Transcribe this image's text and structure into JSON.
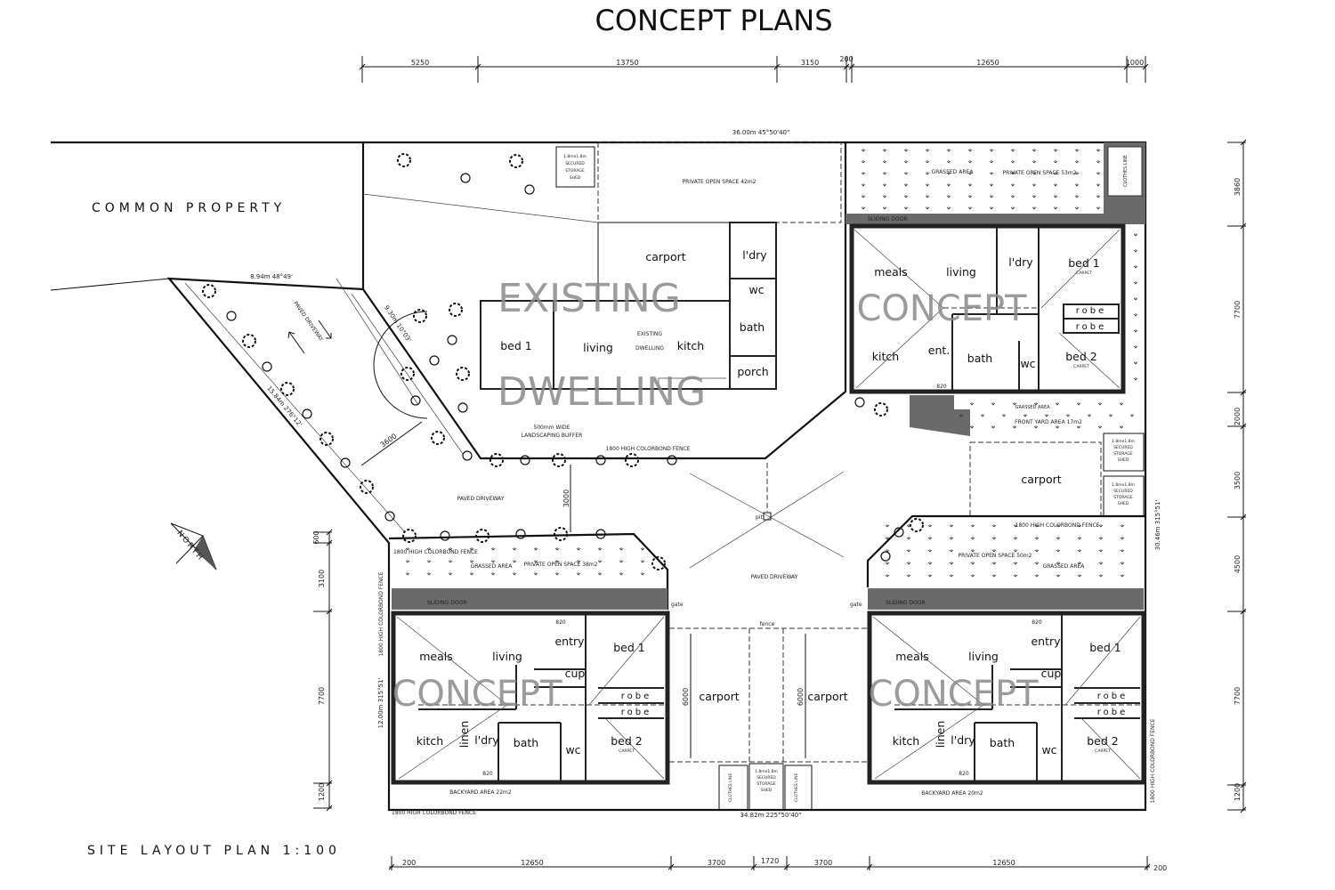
{
  "title": "CONCEPT PLANS",
  "common_property": "COMMON PROPERTY",
  "plan_caption": "SITE LAYOUT PLAN 1:100",
  "north": "NORTH",
  "top_dims": [
    "5250",
    "13750",
    "3150",
    "200",
    "12650",
    "1000"
  ],
  "bottom_dims": [
    "200",
    "12650",
    "3700",
    "1720",
    "3700",
    "12650",
    "200"
  ],
  "right_dims": [
    "3860",
    "7700",
    "2000",
    "3500",
    "4500",
    "7700",
    "1200"
  ],
  "left_dims": [
    "600",
    "3100",
    "7700",
    "1200"
  ],
  "boundaries": {
    "top": "36.00m 45°50'40\"",
    "bottom": "34.82m 225°50'40\"",
    "right": "30.46m 315°51'",
    "left": "12.00m 315°51'",
    "diag_long": "15.84m 276°12'",
    "diag_top": "8.94m 48°49'",
    "diag_inner": "9.30m 10°03'"
  },
  "driveway": {
    "upper_label": "PAVED DRIVEWAY",
    "width_dim": "3600",
    "mid_label": "PAVED DRIVEWAY",
    "mid_dim": "3000",
    "main_label": "PAVED DRIVEWAY",
    "pit": "pit"
  },
  "existing": {
    "watermark_1": "EXISTING",
    "watermark_2": "DWELLING",
    "small_1": "EXISTING",
    "small_2": "DWELLING",
    "rooms": {
      "carport": "carport",
      "ldry": "l'dry",
      "wc": "wc",
      "bath": "bath",
      "bed1": "bed 1",
      "living": "living",
      "kitch": "kitch",
      "porch": "porch"
    },
    "pos": "PRIVATE OPEN SPACE 42m2",
    "shed": [
      "1.8mx1.8m",
      "SECURED",
      "STORAGE",
      "SHED"
    ],
    "buffer": [
      "500mm WIDE",
      "LANDSCAPING BUFFER"
    ],
    "fence": "1800 HIGH COLORBOND FENCE"
  },
  "unit_top_right": {
    "watermark": "CONCEPT",
    "rooms": {
      "meals": "meals",
      "living": "living",
      "ldry": "l'dry",
      "bed1": "bed 1",
      "robe1": "robe",
      "robe2": "robe",
      "kitch": "kitch",
      "ent": "ent.",
      "bath": "bath",
      "wc": "wc",
      "bed2": "bed 2"
    },
    "carpet": "CARPET",
    "grassed": "GRASSED AREA",
    "pos": "PRIVATE OPEN SPACE 53m2",
    "sliding": "SLIDING DOOR",
    "clothes": "CLOTHES LINE",
    "front_grass": "GRASSED AREA",
    "front_yard": "FRONT YARD AREA 17m2",
    "door": "820"
  },
  "unit_bottom_left": {
    "watermark": "CONCEPT",
    "rooms": {
      "meals": "meals",
      "living": "living",
      "entry": "entry",
      "bed1": "bed 1",
      "cup": "cup",
      "robe1": "robe",
      "robe2": "robe",
      "kitch": "kitch",
      "linen": "linen",
      "ldry": "l'dry",
      "bath": "bath",
      "wc": "wc",
      "bed2": "bed 2"
    },
    "carpet": "CARPET",
    "fence_top": "1800 HIGH COLORBOND FENCE",
    "fence_side": "1800 HIGH COLORBOND FENCE",
    "fence_bottom": "1800 HIGH COLORBOND FENCE",
    "grassed": "GRASSED AREA",
    "pos": "PRIVATE OPEN SPACE 38m2",
    "sliding": "SLIDING DOOR",
    "backyard": "BACKYARD AREA 22m2",
    "gate": "gate",
    "door": "820"
  },
  "unit_bottom_right": {
    "watermark": "CONCEPT",
    "rooms": {
      "meals": "meals",
      "living": "living",
      "entry": "entry",
      "bed1": "bed 1",
      "cup": "cup",
      "robe1": "robe",
      "robe2": "robe",
      "kitch": "kitch",
      "linen": "linen",
      "ldry": "l'dry",
      "bath": "bath",
      "wc": "wc",
      "bed2": "bed 2"
    },
    "carpet": "CARPET",
    "fence_top": "1800 HIGH COLORBOND FENCE",
    "fence_side": "1800 HIGH COLORBOND FENCE",
    "grassed": "GRASSED AREA",
    "pos": "PRIVATE OPEN SPACE 50m2",
    "sliding": "SLIDING DOOR",
    "backyard": "BACKYARD AREA 20m2",
    "gate": "gate",
    "door": "820"
  },
  "carports": {
    "left": "carport",
    "right": "carport",
    "right_upper": "carport",
    "dim_left": "6000",
    "dim_right": "6000",
    "fence": "fence"
  },
  "sheds": [
    "1.8mx1.8m",
    "SECURED",
    "STORAGE",
    "SHED"
  ],
  "clothes_line": "CLOTHES LINE"
}
